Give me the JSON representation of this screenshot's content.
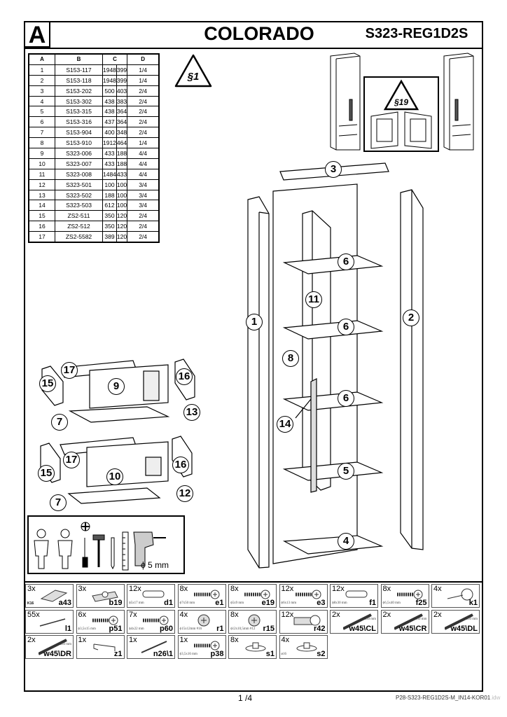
{
  "header": {
    "section": "A",
    "title": "COLORADO",
    "code": "S323-REG1D2S"
  },
  "parts_table": {
    "headers": [
      "A",
      "B",
      "C",
      "D"
    ],
    "rows": [
      [
        "1",
        "S153-117",
        "1948",
        "399",
        "1/4"
      ],
      [
        "2",
        "S153-118",
        "1948",
        "399",
        "1/4"
      ],
      [
        "3",
        "S153-202",
        "500",
        "403",
        "2/4"
      ],
      [
        "4",
        "S153-302",
        "438",
        "383",
        "2/4"
      ],
      [
        "5",
        "S153-315",
        "438",
        "364",
        "2/4"
      ],
      [
        "6",
        "S153-316",
        "437",
        "364",
        "2/4"
      ],
      [
        "7",
        "S153-904",
        "400",
        "348",
        "2/4"
      ],
      [
        "8",
        "S153-910",
        "1912",
        "464",
        "1/4"
      ],
      [
        "9",
        "S323-006",
        "433",
        "188",
        "4/4"
      ],
      [
        "10",
        "S323-007",
        "433",
        "188",
        "4/4"
      ],
      [
        "11",
        "S323-008",
        "1484",
        "433",
        "4/4"
      ],
      [
        "12",
        "S323-501",
        "100",
        "100",
        "3/4"
      ],
      [
        "13",
        "S323-502",
        "188",
        "100",
        "3/4"
      ],
      [
        "14",
        "S323-503",
        "612",
        "100",
        "3/4"
      ],
      [
        "15",
        "ZS2-511",
        "350",
        "120",
        "2/4"
      ],
      [
        "16",
        "ZS2-512",
        "350",
        "120",
        "2/4"
      ],
      [
        "17",
        "ZS2-5582",
        "389",
        "120",
        "2/4"
      ]
    ]
  },
  "warnings": {
    "sec1": "§1",
    "sec19": "§19"
  },
  "callouts": {
    "main": [
      "3",
      "1",
      "11",
      "6",
      "6",
      "6",
      "2",
      "8",
      "14",
      "5",
      "4"
    ],
    "drawer_top": [
      "17",
      "15",
      "9",
      "16",
      "13",
      "7"
    ],
    "drawer_bottom": [
      "17",
      "15",
      "10",
      "16",
      "12",
      "7"
    ]
  },
  "tools": {
    "drill_bit": "ϕ 5 mm",
    "icons": [
      "two-persons-icon",
      "phillips-screwdriver-icon",
      "hammer-icon",
      "pencil-icon",
      "ruler-icon",
      "drill-icon"
    ]
  },
  "hardware": [
    {
      "qty": "3x",
      "code": "a43",
      "tag": "K16",
      "icon": "hinge"
    },
    {
      "qty": "3x",
      "code": "b19",
      "icon": "hinge-plate"
    },
    {
      "qty": "12x",
      "code": "d1",
      "spec": "ϕ5x17 mm",
      "icon": "dowel"
    },
    {
      "qty": "8x",
      "code": "e1",
      "spec": "ϕ7x50 mm",
      "icon": "screw"
    },
    {
      "qty": "8x",
      "code": "e19",
      "spec": "ϕ5x9 mm",
      "icon": "screw"
    },
    {
      "qty": "12x",
      "code": "e3",
      "spec": "ϕ6x13 mm",
      "icon": "screw"
    },
    {
      "qty": "12x",
      "code": "f1",
      "spec": "ϕ8x30 mm",
      "icon": "dowel"
    },
    {
      "qty": "8x",
      "code": "f25",
      "spec": "ϕ6,5x40 mm",
      "icon": "screw"
    },
    {
      "qty": "4x",
      "code": "k1",
      "icon": "nail-glide"
    },
    {
      "qty": "55x",
      "code": "l1",
      "icon": "nail"
    },
    {
      "qty": "6x",
      "code": "p51",
      "spec": "ϕ3,5x15 mm",
      "icon": "screw"
    },
    {
      "qty": "7x",
      "code": "p60",
      "spec": "ϕ4x22 mm",
      "icon": "screw"
    },
    {
      "qty": "4x",
      "code": "r1",
      "spec": "ϕ15x12mm #16",
      "icon": "cam"
    },
    {
      "qty": "8x",
      "code": "r15",
      "spec": "ϕ12x10,5mm #12",
      "icon": "cam"
    },
    {
      "qty": "12x",
      "code": "r42",
      "icon": "connector"
    },
    {
      "qty": "2x",
      "code": "w45\\CL",
      "spec": "350 mm",
      "icon": "runner"
    },
    {
      "qty": "2x",
      "code": "w45\\CR",
      "spec": "350 mm",
      "icon": "runner"
    },
    {
      "qty": "2x",
      "code": "w45\\DL",
      "spec": "350 mm",
      "icon": "runner"
    },
    {
      "qty": "2x",
      "code": "w45\\DR",
      "spec": "350 mm",
      "icon": "runner"
    },
    {
      "qty": "1x",
      "code": "z1",
      "icon": "hex-key"
    },
    {
      "qty": "1x",
      "code": "n26\\1",
      "icon": "tool"
    },
    {
      "qty": "1x",
      "code": "p38",
      "spec": "ϕ3,5x16 mm",
      "icon": "screw"
    },
    {
      "qty": "8x",
      "code": "s1",
      "icon": "shelf-support"
    },
    {
      "qty": "4x",
      "code": "s2",
      "spec": "ø16",
      "icon": "shelf-support"
    }
  ],
  "footer": {
    "page": "1 /4",
    "doc_id": "P28-S323-REG1D2S-M_IN14-KOR01",
    "ext": ".idw"
  }
}
